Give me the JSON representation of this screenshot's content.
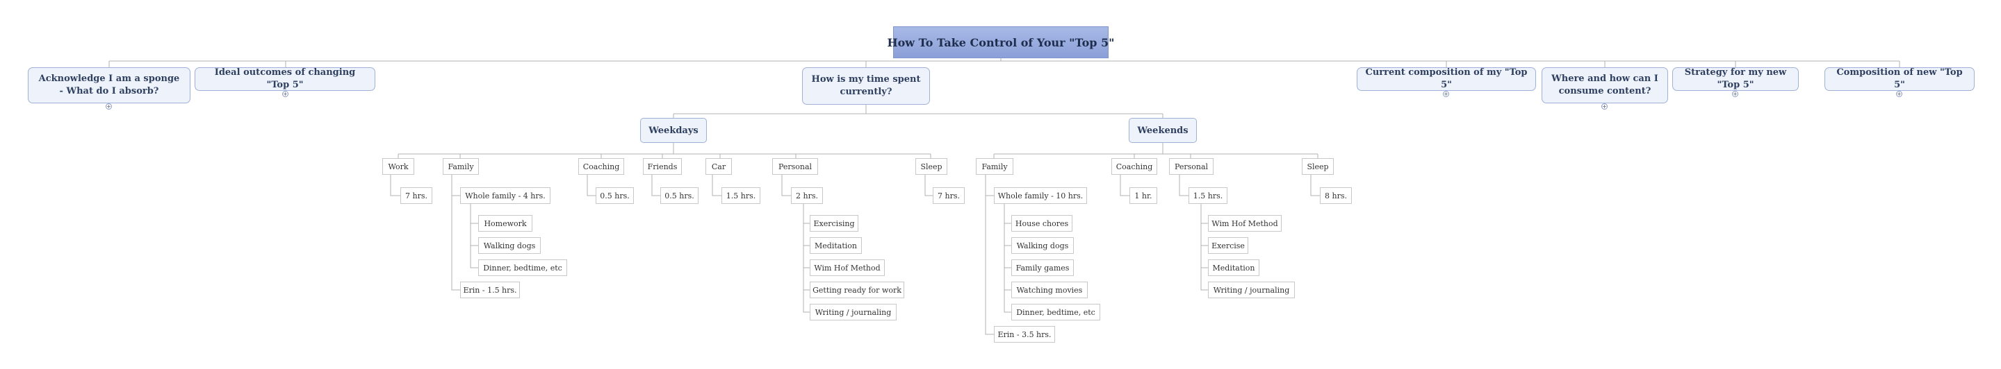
{
  "title": "How To Take Control of Your \"Top 5\"",
  "branches": {
    "sponge": "Acknowledge I am a sponge - What do I absorb?",
    "ideal": "Ideal outcomes of changing \"Top 5\"",
    "time": "How is my time spent currently?",
    "current": "Current composition of my \"Top 5\"",
    "where": "Where and how can I consume content?",
    "strategy": "Strategy for my new \"Top 5\"",
    "composition": "Composition of new \"Top 5\""
  },
  "collapsed_marker": "+",
  "weekdays": {
    "label": "Weekdays",
    "work": "Work",
    "work_hrs": "7 hrs.",
    "family": "Family",
    "whole_family": "Whole family - 4 hrs.",
    "homework": "Homework",
    "walking_dogs": "Walking dogs",
    "dinner": "Dinner, bedtime, etc",
    "erin": "Erin - 1.5 hrs.",
    "coaching": "Coaching",
    "coaching_hrs": "0.5 hrs.",
    "friends": "Friends",
    "friends_hrs": "0.5 hrs.",
    "car": "Car",
    "car_hrs": "1.5 hrs.",
    "personal": "Personal",
    "personal_hrs": "2 hrs.",
    "exercising": "Exercising",
    "meditation": "Meditation",
    "wimhof": "Wim Hof Method",
    "getting_ready": "Getting ready for work",
    "writing": "Writing / journaling",
    "sleep": "Sleep",
    "sleep_hrs": "7 hrs."
  },
  "weekends": {
    "label": "Weekends",
    "family": "Family",
    "whole_family": "Whole family - 10 hrs.",
    "house_chores": "House chores",
    "walking_dogs": "Walking dogs",
    "family_games": "Family games",
    "watching_movies": "Watching movies",
    "dinner": "Dinner, bedtime, etc",
    "erin": "Erin - 3.5 hrs.",
    "coaching": "Coaching",
    "coaching_hrs": "1 hr.",
    "personal": "Personal",
    "personal_hrs": "1.5 hrs.",
    "wimhof": "Wim Hof Method",
    "exercise": "Exercise",
    "meditation": "Meditation",
    "writing": "Writing / journaling",
    "sleep": "Sleep",
    "sleep_hrs": "8 hrs."
  }
}
